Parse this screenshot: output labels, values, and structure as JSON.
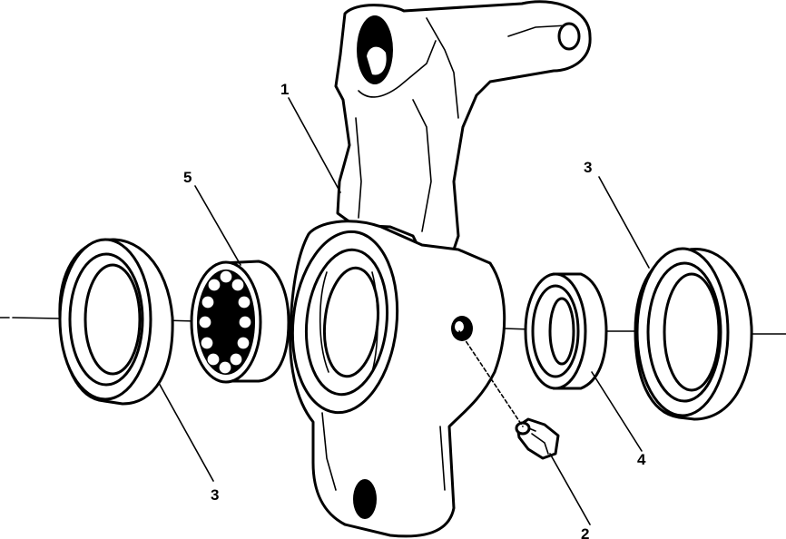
{
  "callouts": [
    {
      "id": "c1",
      "label": "1"
    },
    {
      "id": "c2",
      "label": "2"
    },
    {
      "id": "c3a",
      "label": "3"
    },
    {
      "id": "c3b",
      "label": "3"
    },
    {
      "id": "c4",
      "label": "4"
    },
    {
      "id": "c5",
      "label": "5"
    }
  ],
  "colors": {
    "ink": "#000000",
    "paper": "#ffffff",
    "stipple": "#000000"
  }
}
